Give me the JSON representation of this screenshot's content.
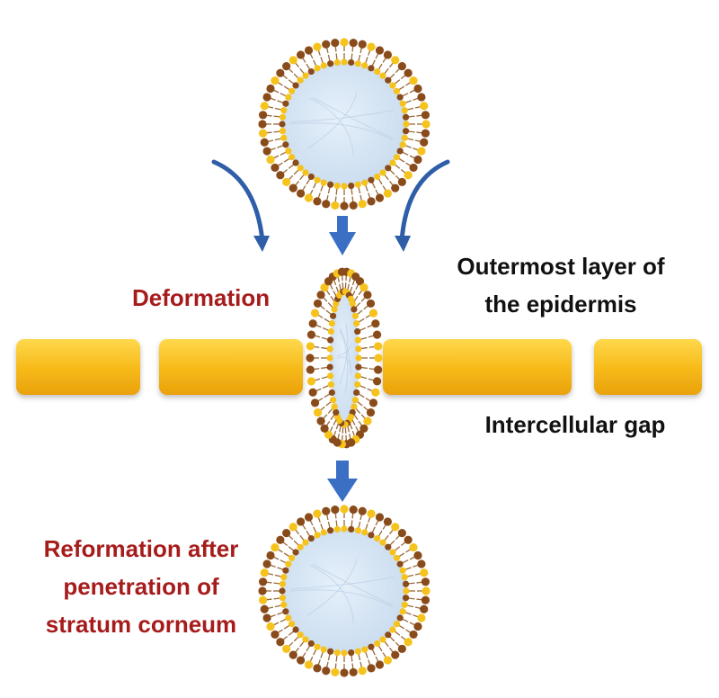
{
  "labels": {
    "deformation": "Deformation",
    "outermost_line1": "Outermost layer of",
    "outermost_line2": "the epidermis",
    "gap": "Intercellular gap",
    "reformation_line1": "Reformation after",
    "reformation_line2": "penetration of",
    "reformation_line3": "stratum corneum"
  },
  "colors": {
    "red_label": "#a61c1c",
    "black_label": "#111111",
    "arrow_blue": "#3a6fc4",
    "curve_blue": "#2f5ea8",
    "head_brown": "#8a4b1a",
    "head_yellow": "#f6c21c",
    "core_blue": "#d6e6f5",
    "cell_fill": "#f4b81a",
    "cell_light": "#ffd54a"
  },
  "vesicles": [
    {
      "name": "vesicle-top",
      "state": "intact"
    },
    {
      "name": "vesicle-deformed",
      "state": "deformed"
    },
    {
      "name": "vesicle-bottom",
      "state": "reformed"
    }
  ],
  "cells": [
    {
      "name": "corneocyte-1"
    },
    {
      "name": "corneocyte-2"
    },
    {
      "name": "corneocyte-3"
    },
    {
      "name": "corneocyte-4"
    }
  ]
}
